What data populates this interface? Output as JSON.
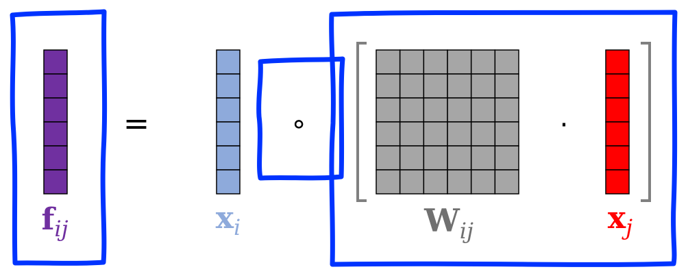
{
  "equation": {
    "equals": "=",
    "hadamard": "∘",
    "dot": "·"
  },
  "labels": {
    "f": {
      "base": "f",
      "sub": "ij",
      "color": "#7030a0"
    },
    "xi": {
      "base": "x",
      "sub": "i",
      "color": "#8eaadb"
    },
    "W": {
      "base": "W",
      "sub": "ij",
      "color": "#707070"
    },
    "xj": {
      "base": "x",
      "sub": "j",
      "color": "#ff0000"
    }
  },
  "vectors": {
    "f": {
      "cells": 6,
      "fill": "#7030a0"
    },
    "xi": {
      "cells": 6,
      "fill": "#8eaadb"
    },
    "xj": {
      "cells": 6,
      "fill": "#ff0000"
    }
  },
  "matrix": {
    "rows": 6,
    "cols": 6,
    "fill": "#a6a6a6"
  },
  "colors": {
    "highlight_box": "#0033ff",
    "bracket": "#808080",
    "grid_line": "#000000"
  }
}
